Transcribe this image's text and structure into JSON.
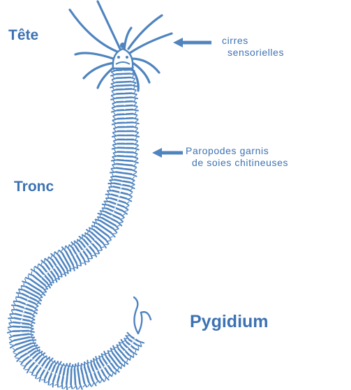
{
  "diagram": {
    "colors": {
      "body": "#4f84bf",
      "label": "#3d72b3",
      "background": "#ffffff"
    },
    "regions": {
      "head": "Tête",
      "trunk": "Tronc",
      "tail": "Pygidium"
    },
    "annotations": {
      "cirri": {
        "line1": "cirres",
        "line2": "sensorielles"
      },
      "parapodia": {
        "line1": "Paropodes garnis",
        "line2": "de soies chitineuses"
      }
    }
  }
}
